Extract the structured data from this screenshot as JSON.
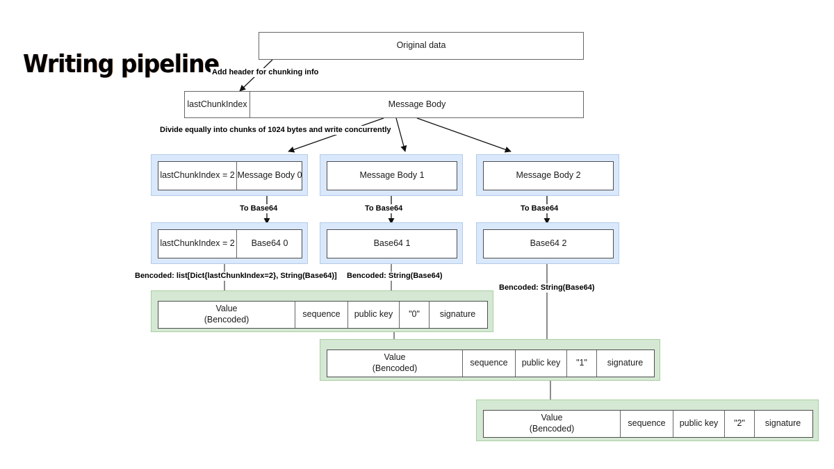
{
  "page": {
    "title": "Writing pipeline",
    "background": "#ffffff",
    "accent_blue": "#dae8fc",
    "accent_green": "#d5e8d4",
    "stroke": "#666666"
  },
  "nodes": {
    "original": {
      "label": "Original data"
    },
    "headered": {
      "cells": [
        "lastChunkIndex",
        "Message Body"
      ]
    },
    "chunks": [
      {
        "cells": [
          "lastChunkIndex = 2",
          "Message Body 0"
        ]
      },
      {
        "cells": [
          "Message Body 1"
        ]
      },
      {
        "cells": [
          "Message Body 2"
        ]
      }
    ],
    "base64": [
      {
        "cells": [
          "lastChunkIndex = 2",
          "Base64 0"
        ]
      },
      {
        "cells": [
          "Base64 1"
        ]
      },
      {
        "cells": [
          "Base64 2"
        ]
      }
    ],
    "records": [
      {
        "value": "Value\n(Bencoded)",
        "value_line1": "Value",
        "value_line2": "(Bencoded)",
        "sequence": "sequence",
        "public_key": "public key",
        "salt": "\"0\"",
        "signature": "signature"
      },
      {
        "value": "Value\n(Bencoded)",
        "value_line1": "Value",
        "value_line2": "(Bencoded)",
        "sequence": "sequence",
        "public_key": "public key",
        "salt": "\"1\"",
        "signature": "signature"
      },
      {
        "value": "Value\n(Bencoded)",
        "value_line1": "Value",
        "value_line2": "(Bencoded)",
        "sequence": "sequence",
        "public_key": "public key",
        "salt": "\"2\"",
        "signature": "signature"
      }
    ]
  },
  "edge_labels": {
    "add_header": "Add header for chunking info",
    "divide": "Divide equally into chunks of 1024 bytes and write concurrently",
    "to_base64_0": "To Base64",
    "to_base64_1": "To Base64",
    "to_base64_2": "To Base64",
    "bencoded_0": "Bencoded: list[Dict{lastChunkIndex=2}, String(Base64)]",
    "bencoded_1": "Bencoded: String(Base64)",
    "bencoded_2": "Bencoded: String(Base64)"
  }
}
